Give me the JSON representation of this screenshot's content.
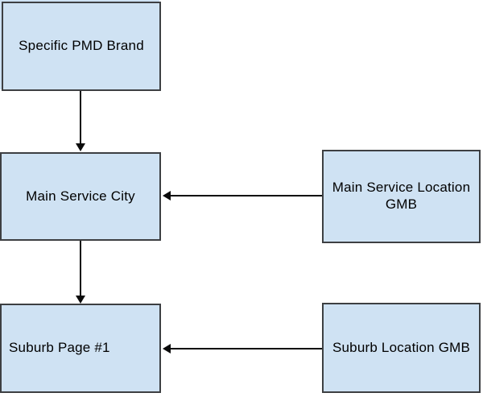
{
  "diagram": {
    "title": "PMD brand site structure with GMB links",
    "colors": {
      "node_fill": "#cfe2f3",
      "node_border": "#3d3f42",
      "arrow": "#0a0a0a",
      "text": "#000000",
      "background": "#ffffff"
    },
    "nodes": [
      {
        "id": "specific-pmd-brand",
        "label": "Specific PMD Brand"
      },
      {
        "id": "main-service-city",
        "label": "Main Service City"
      },
      {
        "id": "main-service-location-gmb",
        "label": "Main Service Location GMB"
      },
      {
        "id": "suburb-page-1",
        "label": "Suburb Page #1"
      },
      {
        "id": "suburb-location-gmb",
        "label": "Suburb Location GMB"
      }
    ],
    "edges": [
      {
        "from": "specific-pmd-brand",
        "to": "main-service-city",
        "direction": "down"
      },
      {
        "from": "main-service-location-gmb",
        "to": "main-service-city",
        "direction": "left"
      },
      {
        "from": "main-service-city",
        "to": "suburb-page-1",
        "direction": "down"
      },
      {
        "from": "suburb-location-gmb",
        "to": "suburb-page-1",
        "direction": "left"
      }
    ]
  }
}
